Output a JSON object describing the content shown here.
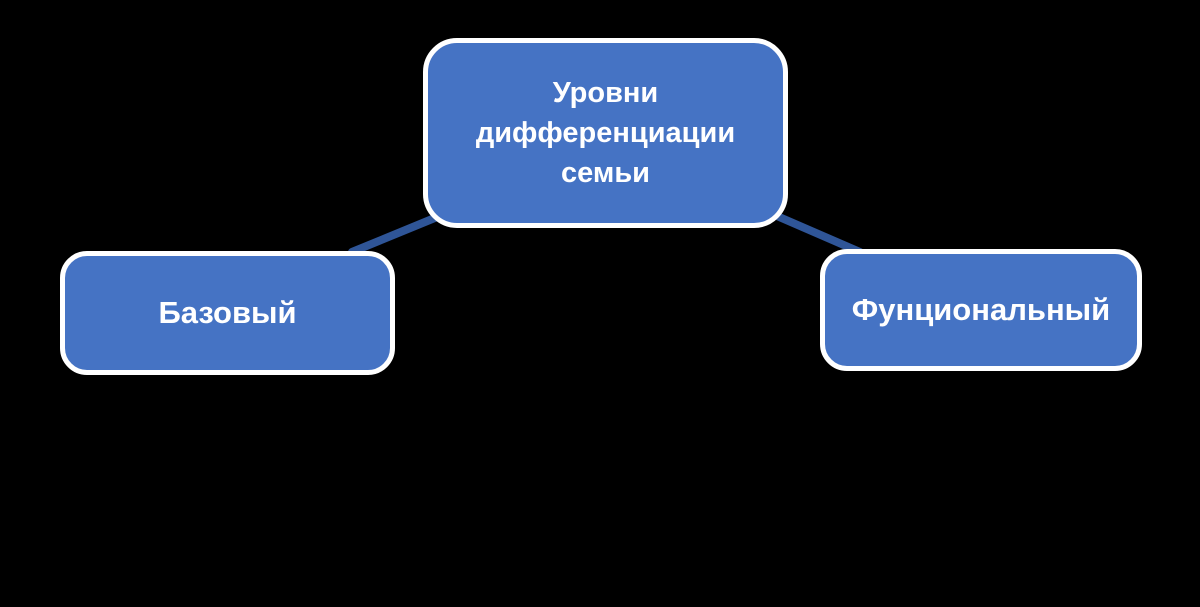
{
  "diagram": {
    "colors": {
      "background": "#000000",
      "node_fill": "#4573C4",
      "node_border": "#FFFFFF",
      "node_text": "#FFFFFF",
      "connector": "#2F5597"
    },
    "nodes": {
      "root": {
        "label": "Уровни дифференциации семьи"
      },
      "left": {
        "label": "Базовый"
      },
      "right": {
        "label": "Фунциональный"
      }
    },
    "edges": [
      {
        "from": "root",
        "to": "left"
      },
      {
        "from": "root",
        "to": "right"
      }
    ]
  }
}
